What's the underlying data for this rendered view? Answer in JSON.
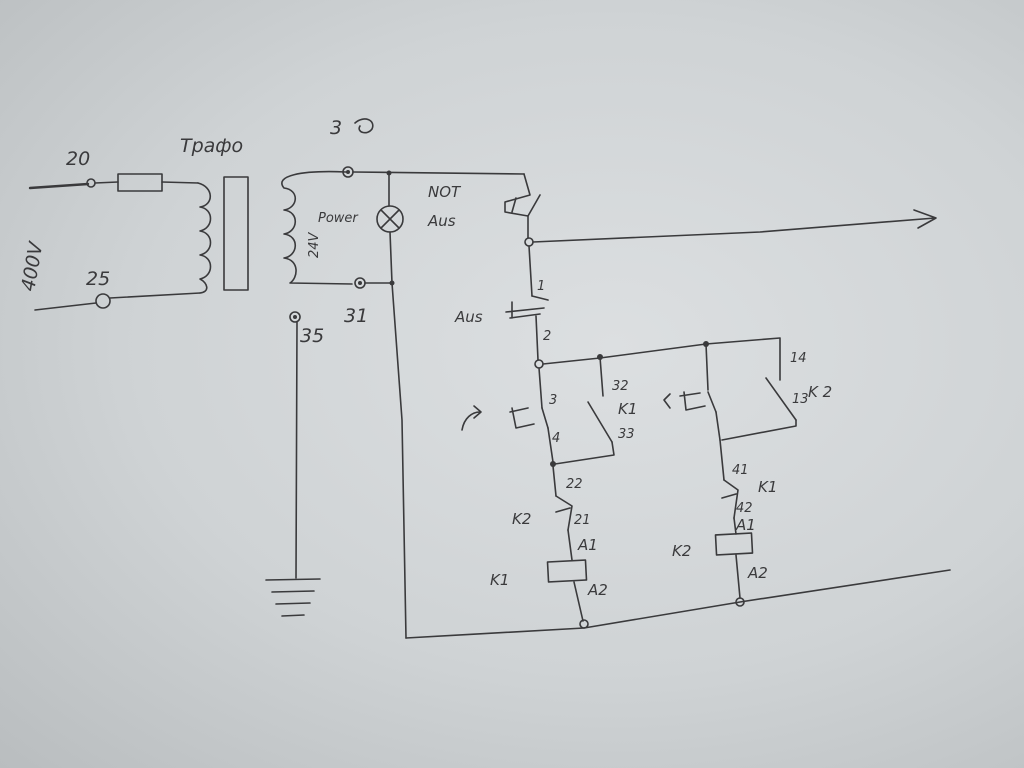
{
  "labels": {
    "voltage": "400V",
    "terminal_20": "20",
    "terminal_25": "25",
    "transformer": "Трафо",
    "secondary_voltage": "24V",
    "terminal_30": "3",
    "terminal_31": "31",
    "terminal_35": "35",
    "lamp": "Power",
    "not_aus_line1": "NOT",
    "not_aus_line2": "Aus",
    "aus": "Aus",
    "aus_pin1": "1",
    "aus_pin2": "2",
    "pin_3": "3",
    "pin_4": "4",
    "pin_32": "32",
    "pin_33": "33",
    "k1_aux": "K1",
    "pin_14": "14",
    "pin_13": "13",
    "k2_aux": "K 2",
    "pin_22": "22",
    "pin_21": "21",
    "k2_interlock": "K2",
    "pin_41": "41",
    "pin_42": "42",
    "k1_interlock": "K1",
    "k1_a1": "A1",
    "k1_coil": "K1",
    "k1_a2": "A2",
    "k2_a1": "A1",
    "k2_coil": "K2",
    "k2_a2": "A2"
  }
}
